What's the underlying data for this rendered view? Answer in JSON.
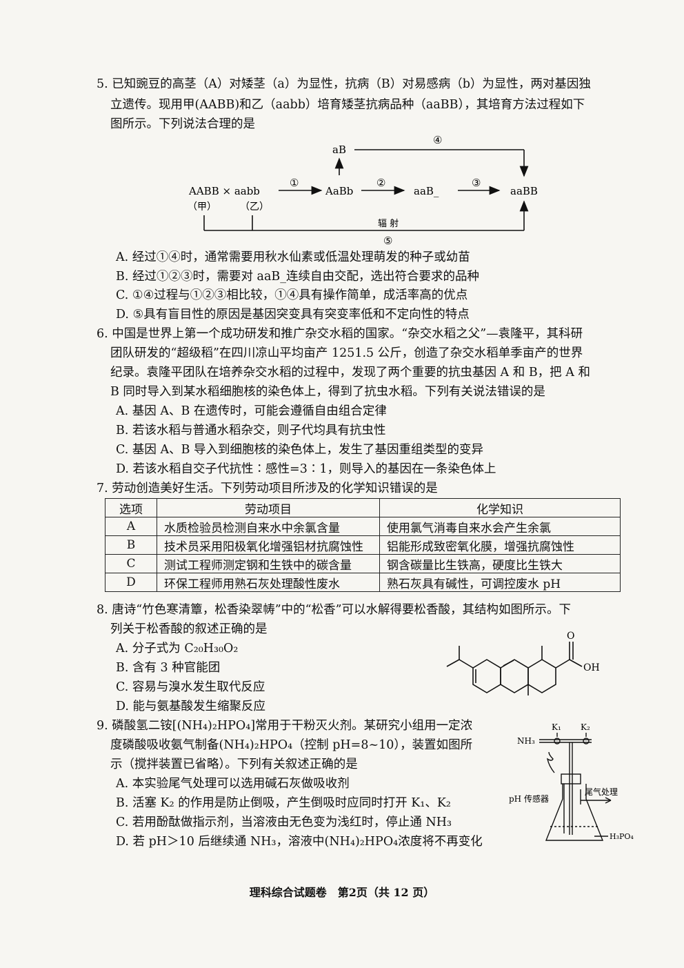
{
  "q5": {
    "lines": [
      "5. 已知豌豆的高茎（A）对矮茎（a）为显性，抗病（B）对易感病（b）为显性，两对基因独",
      "立遗传。现用甲(AABB)和乙（aabb）培育矮茎抗病品种（aaBB），其培育方法过程如下",
      "图所示。下列说法合理的是"
    ],
    "diagram": {
      "parents": "AABB × aabb",
      "jia": "（甲）",
      "yi": "（乙）",
      "aB": "aB",
      "AaBb": "AaBb",
      "aaB": "aaB_",
      "aaBB": "aaBB",
      "s1": "①",
      "s2": "②",
      "s3": "③",
      "s4": "④",
      "s5": "⑤",
      "radiation": "辐 射"
    },
    "options": [
      "A. 经过①④时，通常需要用秋水仙素或低温处理萌发的种子或幼苗",
      "B. 经过①②③时，需要对 aaB_连续自由交配，选出符合要求的品种",
      "C. ①④过程与①②③相比较，①④具有操作简单，成活率高的优点",
      "D. ⑤具有盲目性的原因是基因突变具有突变率低和不定向性的特点"
    ]
  },
  "q6": {
    "lines": [
      "6. 中国是世界上第一个成功研发和推广杂交水稻的国家。“杂交水稻之父”—袁隆平，其科研",
      "团队研发的“超级稻”在四川凉山平均亩产 1251.5 公斤，创造了杂交水稻单季亩产的世界",
      "纪录。袁隆平团队在培养杂交水稻的过程中，发现了两个重要的抗虫基因 A 和 B，把 A 和",
      "B 同时导入到某水稻细胞核的染色体上，得到了抗虫水稻。下列有关说法错误的是"
    ],
    "options": [
      "A. 基因 A、B 在遗传时，可能会遵循自由组合定律",
      "B. 若该水稻与普通水稻杂交，则子代均具有抗虫性",
      "C. 基因 A、B 导入到细胞核的染色体上，发生了基因重组类型的变异",
      "D. 若该水稻自交子代抗性∶感性=3∶1，则导入的基因在一条染色体上"
    ]
  },
  "q7": {
    "stem": "7. 劳动创造美好生活。下列劳动项目所涉及的化学知识错误的是",
    "headers": [
      "选项",
      "劳动项目",
      "化学知识"
    ],
    "rows": [
      [
        "A",
        "水质检验员检测自来水中余氯含量",
        "使用氯气消毒自来水会产生余氯"
      ],
      [
        "B",
        "技术员采用阳极氧化增强铝材抗腐蚀性",
        "铝能形成致密氧化膜，增强抗腐蚀性"
      ],
      [
        "C",
        "测试工程师测定钢和生铁中的碳含量",
        "钢含碳量比生铁高，硬度比生铁大"
      ],
      [
        "D",
        "环保工程师用熟石灰处理酸性废水",
        "熟石灰具有碱性，可调控废水 pH"
      ]
    ]
  },
  "q8": {
    "lines": [
      "8. 唐诗“竹色寒清簟，松香染翠帱”中的“松香”可以水解得要松香酸，其结构如图所示。下",
      "列关于松香酸的叙述正确的是"
    ],
    "options": [
      "A. 分子式为 C₂₀H₃₀O₂",
      "B. 含有 3 种官能团",
      "C. 容易与溴水发生取代反应",
      "D. 能与氨基酸发生缩聚反应"
    ],
    "struct": {
      "o": "O",
      "oh": "OH"
    }
  },
  "q9": {
    "lines": [
      "9. 磷酸氢二铵[(NH₄)₂HPO₄]常用于干粉灭火剂。某研究小组用一定浓",
      "度磷酸吸收氨气制备(NH₄)₂HPO₄（控制 pH=8~10），装置如图所",
      "示（搅拌装置已省略）。下列有关叙述正确的是"
    ],
    "options": [
      "A. 本实验尾气处理可以选用碱石灰做吸收剂",
      "B. 活塞 K₂ 的作用是防止倒吸，产生倒吸时应同时打开 K₁、K₂",
      "C. 若用酚酞做指示剂，当溶液由无色变为浅红时，停止通 NH₃",
      "D. 若 pH＞10 后继续通 NH₃，溶液中(NH₄)₂HPO₄浓度将不再变化"
    ],
    "apparatus": {
      "nh3": "NH₃",
      "k1": "K₁",
      "k2": "K₂",
      "ph": "pH 传感器",
      "tail": "尾气处理",
      "h3po4": "H₃PO₄"
    }
  },
  "footer": "理科综合试题卷　第2页（共 12 页）"
}
